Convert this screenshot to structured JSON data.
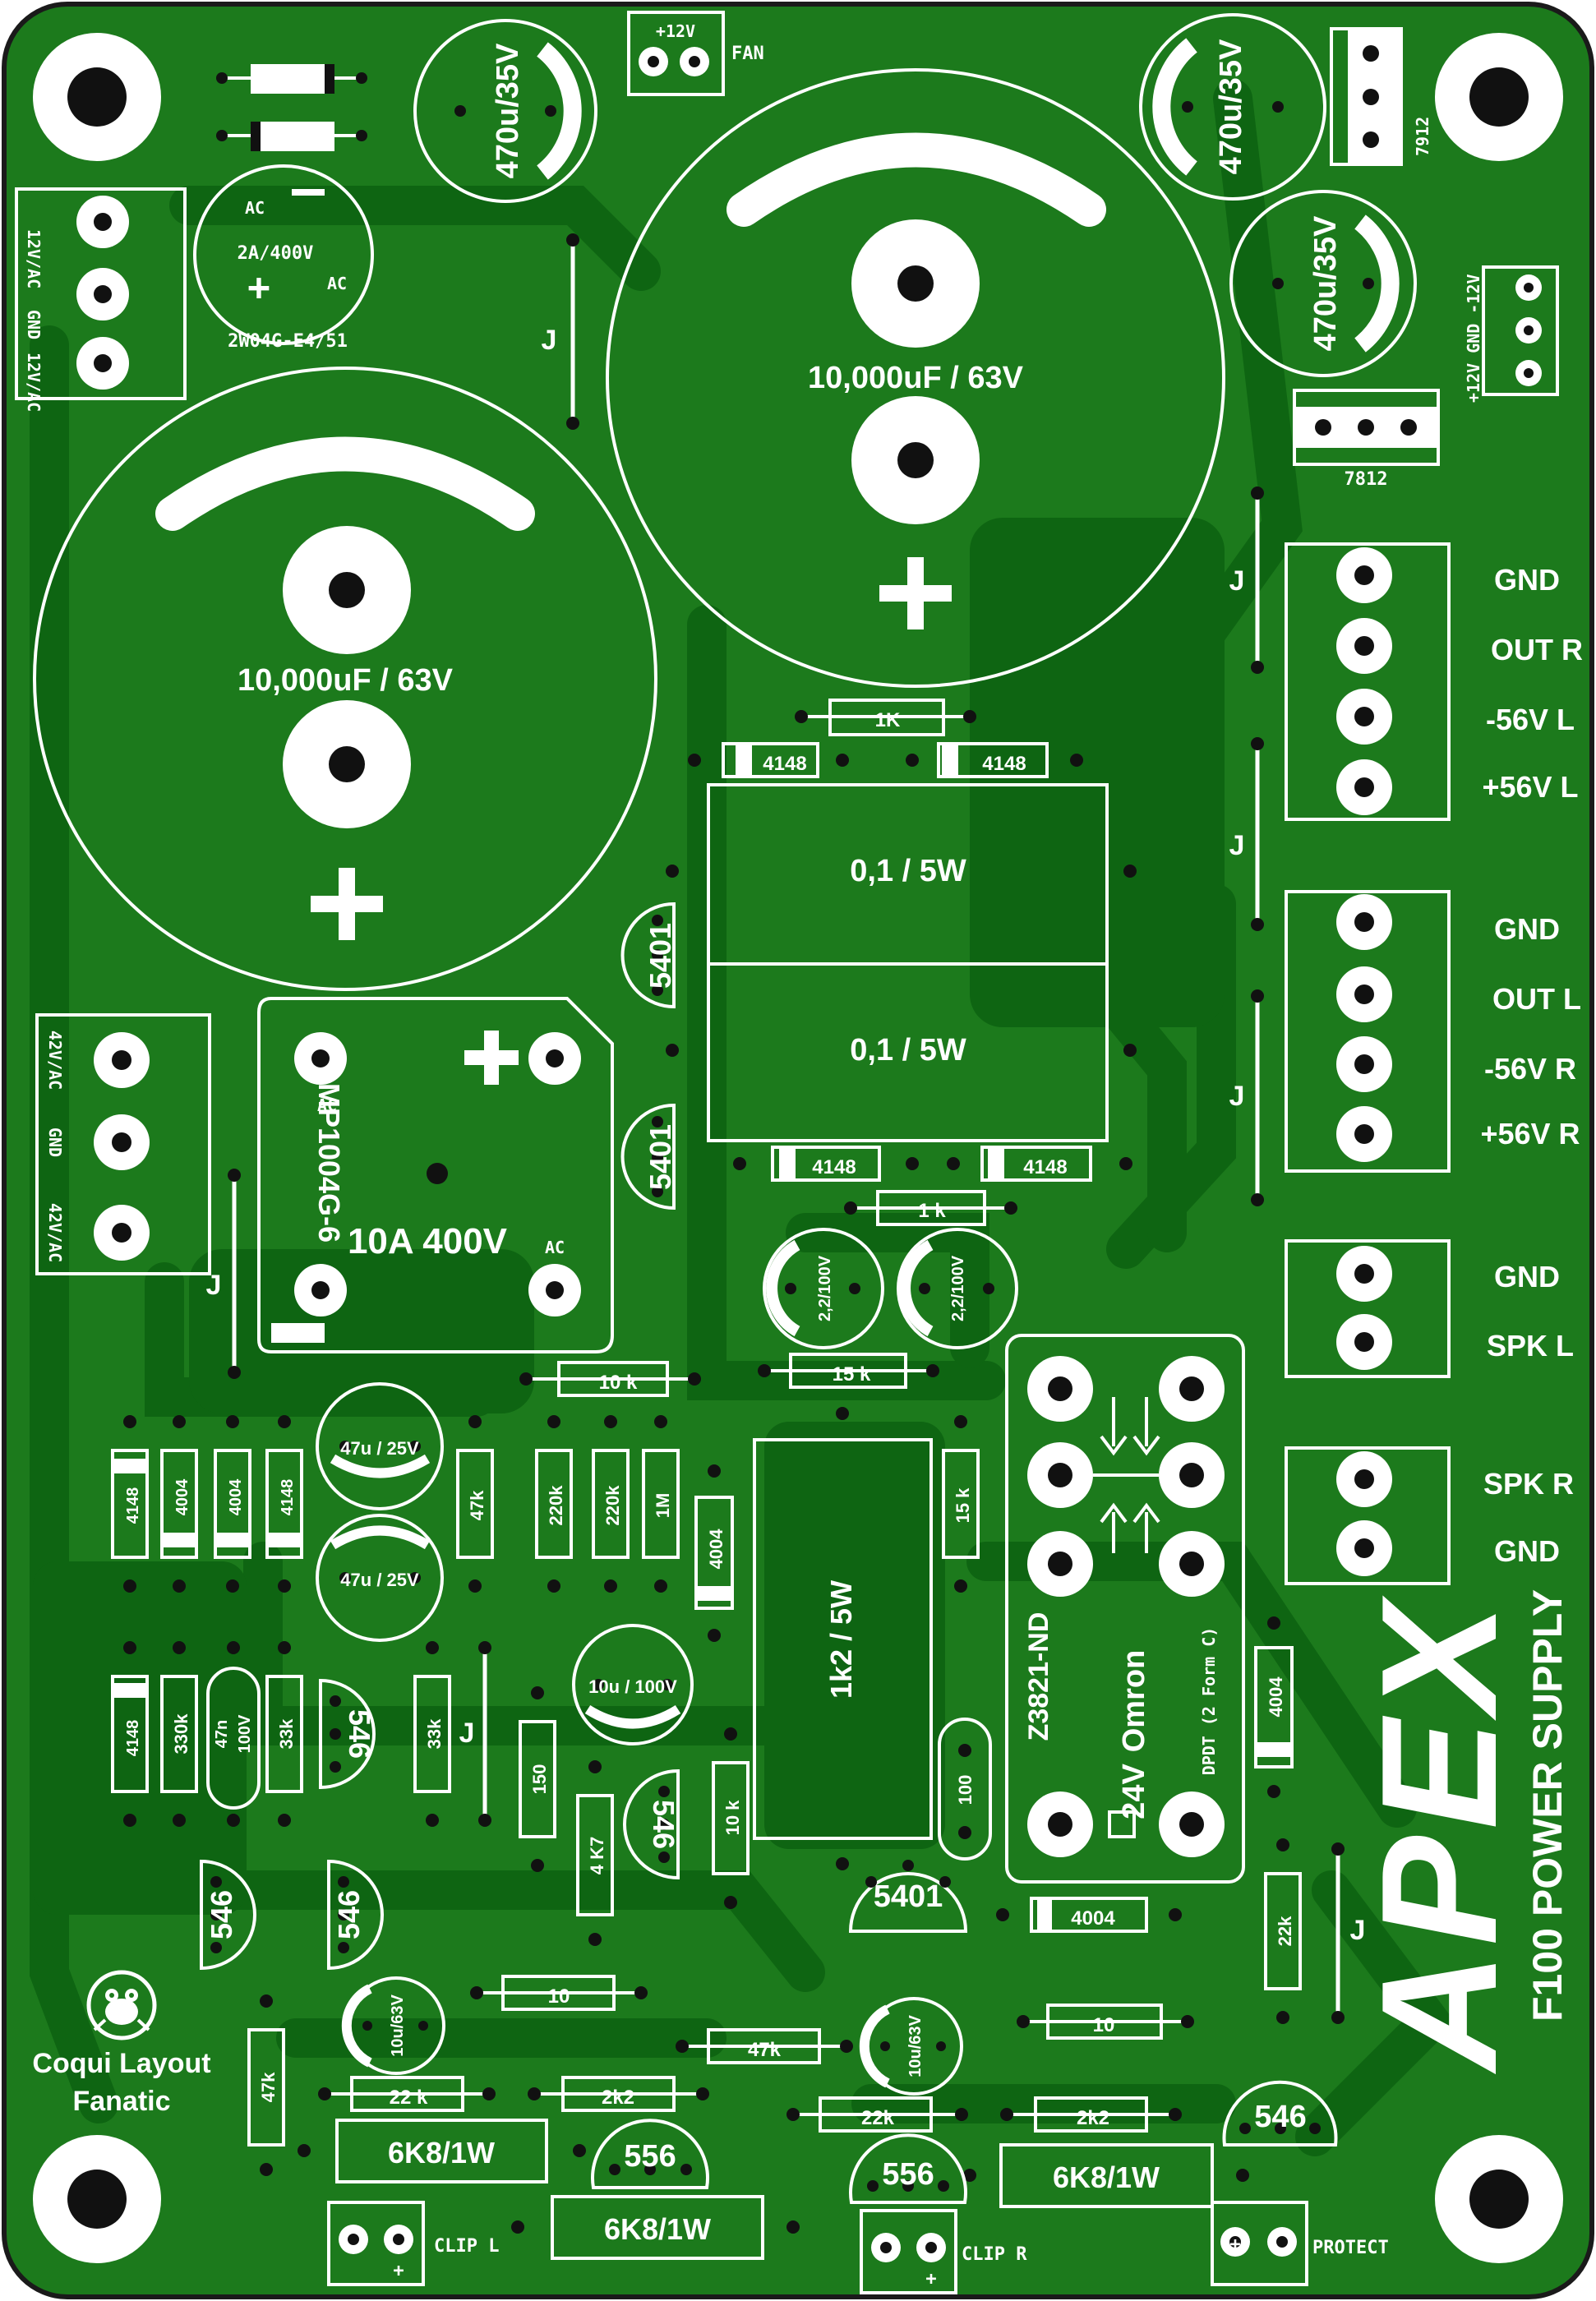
{
  "board": {
    "colors": {
      "substrate": "#1c7a1c",
      "copper": "#0e6512",
      "edge": "#1a1a1a",
      "silk": "#ffffff",
      "pad": "#ffffff",
      "hole": "#111111"
    },
    "brand": "APEX",
    "product": "F100 POWER SUPPLY",
    "credit_line1": "Coqui Layout",
    "credit_line2": "Fanatic"
  },
  "components": {
    "d_4004_a": "4004",
    "d_4004_b": "4004",
    "c_470_a": "470u/35V",
    "c_470_b": "470u/35V",
    "c_470_c": "470u/35V",
    "fan_v": "+12V",
    "fan": "FAN",
    "vreg_7912": "7912",
    "vreg_7812": "7812",
    "bridge_small": "2A/400V",
    "bridge_small_ac1": "AC",
    "bridge_small_ac2": "AC",
    "bridge_small_part": "2W04G-E4/51",
    "cap_big_a": "10,000uF / 63V",
    "cap_big_b": "10,000uF / 63V",
    "jumper": "J",
    "r_1k_top": "1K",
    "d_4148_a": "4148",
    "d_4148_b": "4148",
    "r_01_a": "0,1 / 5W",
    "r_01_b": "0,1 / 5W",
    "q_5401_a": "5401",
    "q_5401_b": "5401",
    "q_5401_c": "5401",
    "d_4148_c": "4148",
    "d_4148_d": "4148",
    "r_1k_mid": "1 k",
    "c_22_a": "2,2/100V",
    "c_22_b": "2,2/100V",
    "bridge_big_part": "MP1004G-6",
    "bridge_big_rating": "10A 400V",
    "bridge_big_ac1": "AC",
    "bridge_big_ac2": "AC",
    "r_10k_a": "10 k",
    "r_15k_a": "15 k",
    "d_v1": "4148",
    "d_v2": "4004",
    "d_v3": "4004",
    "d_v4": "4148",
    "c_47_a": "47u / 25V",
    "c_47_b": "47u / 25V",
    "r_47k_a": "47k",
    "r_220k_a": "220k",
    "r_220k_b": "220k",
    "r_1m": "1M",
    "d_4004_v": "4004",
    "r_1k2": "1k2 / 5W",
    "r_15k_b": "15 k",
    "d_4148_v2": "4148",
    "r_330k": "330k",
    "c_47n": "47n",
    "c_47n_v": "100V",
    "r_33k_a": "33k",
    "q_546_a": "546",
    "r_33k_b": "33k",
    "c_10u100": "10u / 100V",
    "r_150": "150",
    "r_4k7": "4 K7",
    "q_546_b": "546",
    "r_10k_v": "10 k",
    "c_100": "100",
    "q_546_c": "546",
    "q_546_d": "546",
    "relay_part": "Z3821-ND",
    "relay_brand": "Omron",
    "relay_v": "24V",
    "relay_type": "DPDT (2 Form C)",
    "d_4004_r": "4004",
    "d_4004_h": "4004",
    "r_22k_v": "22k",
    "r_10_a": "10",
    "r_10_b": "10",
    "c_10u63_a": "10u/63V",
    "c_10u63_b": "10u/63V",
    "r_47k_h": "47k",
    "r_47k_v": "47k",
    "r_22k_a": "22 k",
    "r_2k2_a": "2k2",
    "r_22k_b": "22k",
    "r_2k2_b": "2k2",
    "r_6k8_a": "6K8/1W",
    "r_6k8_b": "6K8/1W",
    "r_6k8_c": "6K8/1W",
    "q_556_a": "556",
    "q_556_b": "556",
    "q_546_e": "546",
    "clip_l": "CLIP L",
    "clip_r": "CLIP R",
    "protect": "PROTECT"
  },
  "terminals": {
    "in12": [
      "12V/AC",
      "GND",
      "12V/AC"
    ],
    "in42": [
      "42V/AC",
      "GND",
      "42V/AC"
    ],
    "aux": "+12V GND -12V",
    "out_r_block": [
      "GND",
      "OUT R",
      "-56V L",
      "+56V L"
    ],
    "out_l_block": [
      "GND",
      "OUT L",
      "-56V R",
      "+56V R"
    ],
    "spk_l": [
      "GND",
      "SPK L"
    ],
    "spk_r": [
      "SPK R",
      "GND"
    ]
  }
}
